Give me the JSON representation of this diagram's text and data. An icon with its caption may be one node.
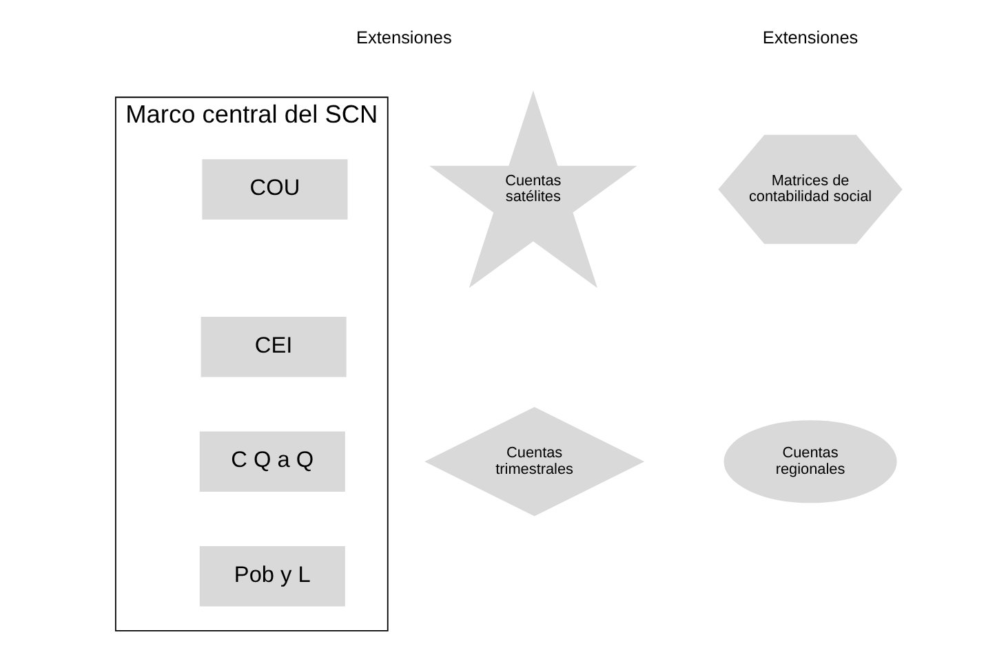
{
  "diagram": {
    "nodes": [
      {
        "text": [
          "Cuentas satélites"
        ]
      },
      {
        "text": [
          "Cuentas trimestrales"
        ]
      },
      {
        "text": [
          "Marco central del SCN"
        ]
      },
      {
        "text": [
          "COU"
        ],
        "in": 2
      },
      {
        "text": [
          "CEI"
        ],
        "in": 2
      },
      {
        "text": [
          "C Q a Q"
        ],
        "in": 2
      },
      {
        "text": [
          "Pob y L"
        ],
        "in": 2
      },
      {
        "text": [
          "Matrices de contabilidad social"
        ]
      },
      {
        "text": [
          "Cuentas regionales"
        ]
      }
    ],
    "edges": [],
    "labels": [
      "Extensiones",
      "Extensiones"
    ]
  }
}
